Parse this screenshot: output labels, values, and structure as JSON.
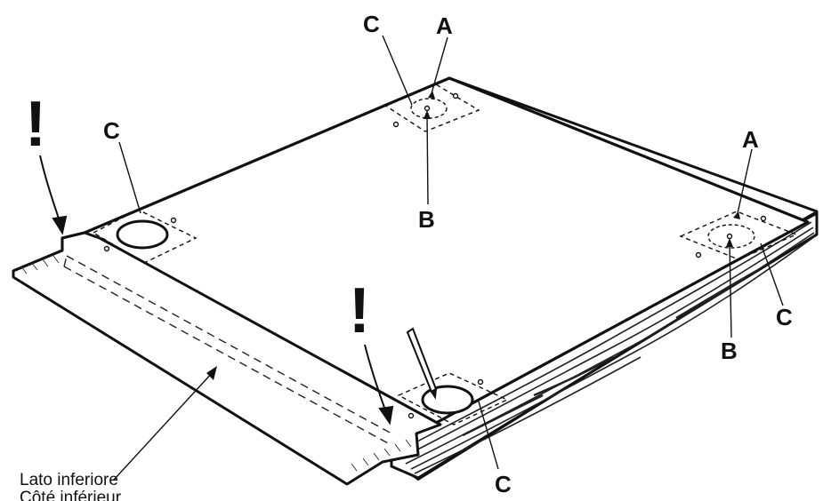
{
  "callouts": {
    "c_left": "C",
    "c_top": "C",
    "a_top": "A",
    "b_top": "B",
    "a_right": "A",
    "b_right": "B",
    "c_right": "C",
    "c_bottom": "C"
  },
  "warnings": {
    "left": "!",
    "middle": "!"
  },
  "caption": {
    "line1": "Lato inferiore",
    "line2": "Côté inférieur"
  }
}
